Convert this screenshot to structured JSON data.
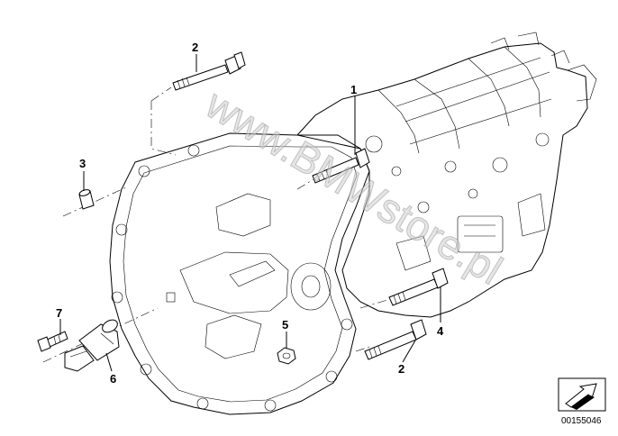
{
  "callouts": [
    {
      "id": "2a",
      "label": "2"
    },
    {
      "id": "1",
      "label": "1"
    },
    {
      "id": "3",
      "label": "3"
    },
    {
      "id": "7",
      "label": "7"
    },
    {
      "id": "6",
      "label": "6"
    },
    {
      "id": "5",
      "label": "5"
    },
    {
      "id": "4",
      "label": "4"
    },
    {
      "id": "2b",
      "label": "2"
    }
  ],
  "watermark": "www.BMWstore.pl",
  "document_number": "00155046"
}
